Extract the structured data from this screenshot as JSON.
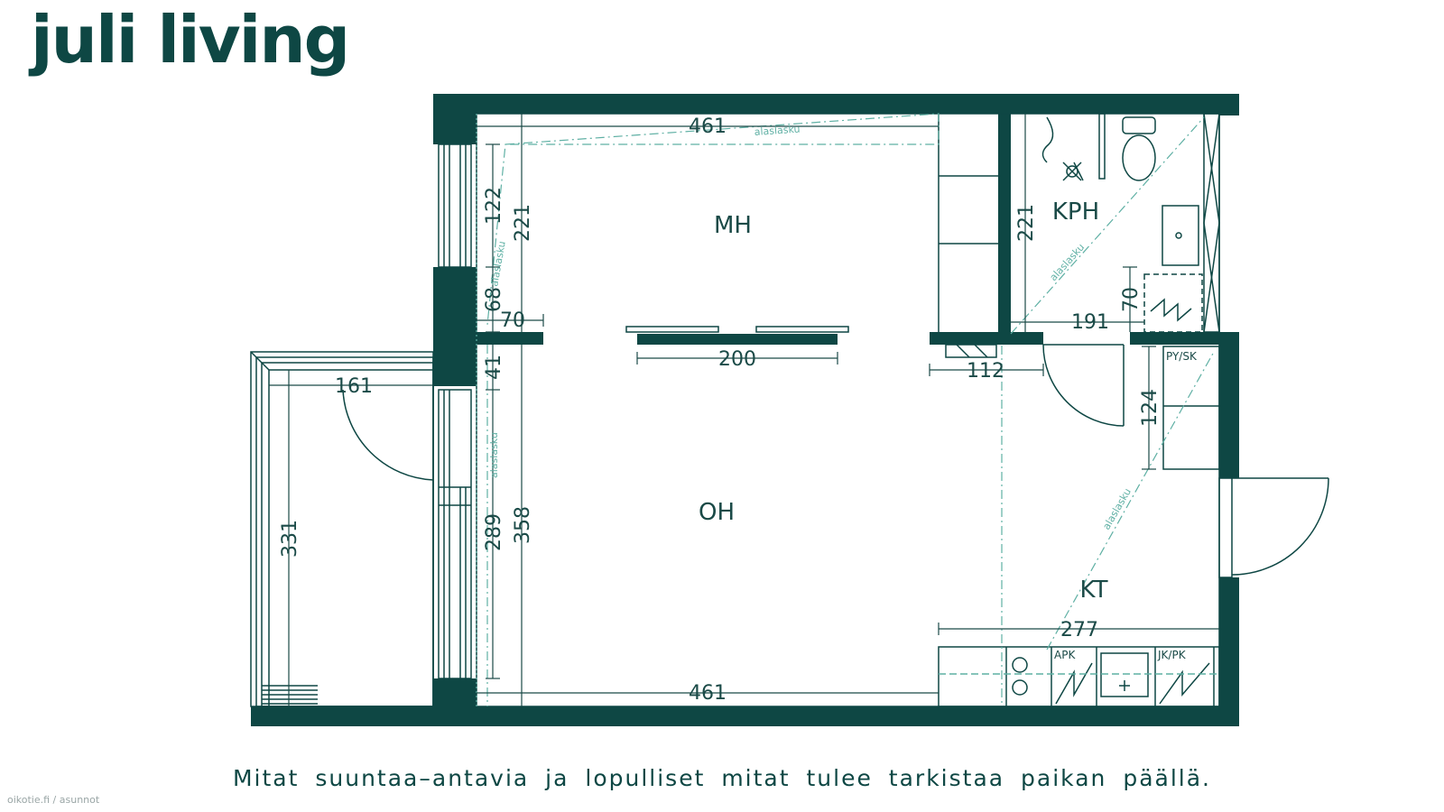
{
  "brand": {
    "logo_text": "juli living",
    "color": "#0e4744"
  },
  "rooms": {
    "mh": "MH",
    "oh": "OH",
    "kph": "KPH",
    "kt": "KT"
  },
  "labels": {
    "py_sk": "PY/SK",
    "apk": "APK",
    "jk_pk": "JK/PK",
    "alaslasku": "alaslasku"
  },
  "dimensions": {
    "top_width": "461",
    "bottom_width": "461",
    "mh_122": "122",
    "mh_221": "221",
    "mh_68": "68",
    "mh_70": "70",
    "partition_200": "200",
    "door_112": "112",
    "kph_221": "221",
    "kph_191": "191",
    "kph_70": "70",
    "kt_124": "124",
    "kitchen_277": "277",
    "oh_41": "41",
    "oh_289": "289",
    "oh_358": "358",
    "balcony_161": "161",
    "balcony_331": "331"
  },
  "footer": {
    "note": "Mitat suuntaa–antavia ja lopulliset mitat tulee tarkistaa paikan päällä.",
    "watermark": "oikotie.fi / asunnot"
  },
  "colors": {
    "wall": "#0e4744",
    "accent_dashed": "#5fb0a4"
  }
}
